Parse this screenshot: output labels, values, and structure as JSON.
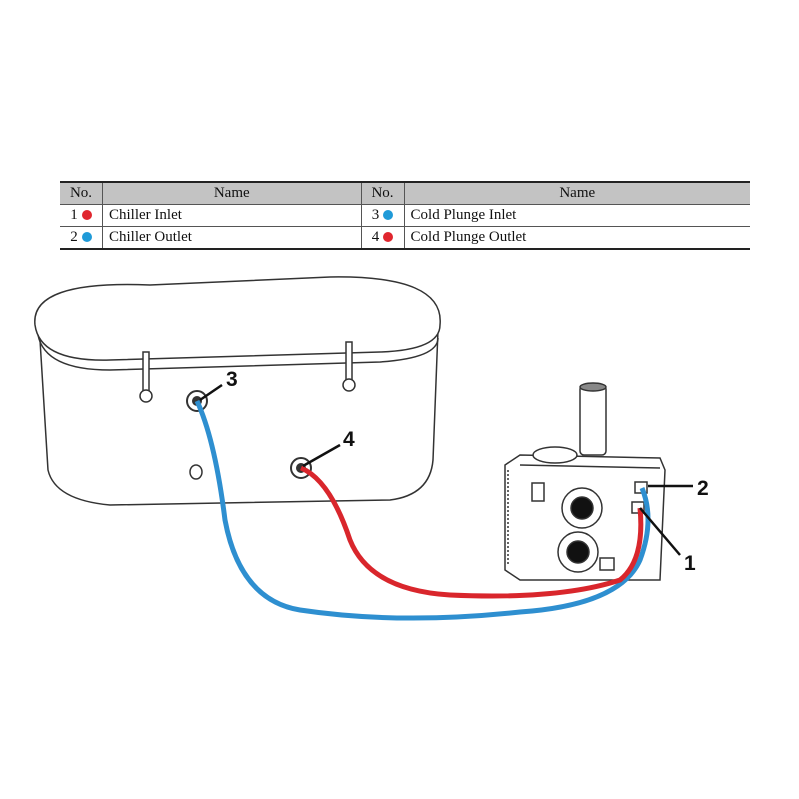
{
  "table": {
    "headers": [
      "No.",
      "Name",
      "No.",
      "Name"
    ],
    "rows": [
      [
        {
          "no": "1",
          "color": "#e0262e",
          "name": "Chiller Inlet"
        },
        {
          "no": "3",
          "color": "#1f9ad8",
          "name": "Cold Plunge Inlet"
        }
      ],
      [
        {
          "no": "2",
          "color": "#1f9ad8",
          "name": "Chiller Outlet"
        },
        {
          "no": "4",
          "color": "#e0262e",
          "name": "Cold Plunge Outlet"
        }
      ]
    ]
  },
  "diagram": {
    "callouts": [
      "1",
      "2",
      "3",
      "4"
    ],
    "colors": {
      "hot_hose": "#d9262c",
      "cold_hose": "#2e8fd0"
    }
  }
}
